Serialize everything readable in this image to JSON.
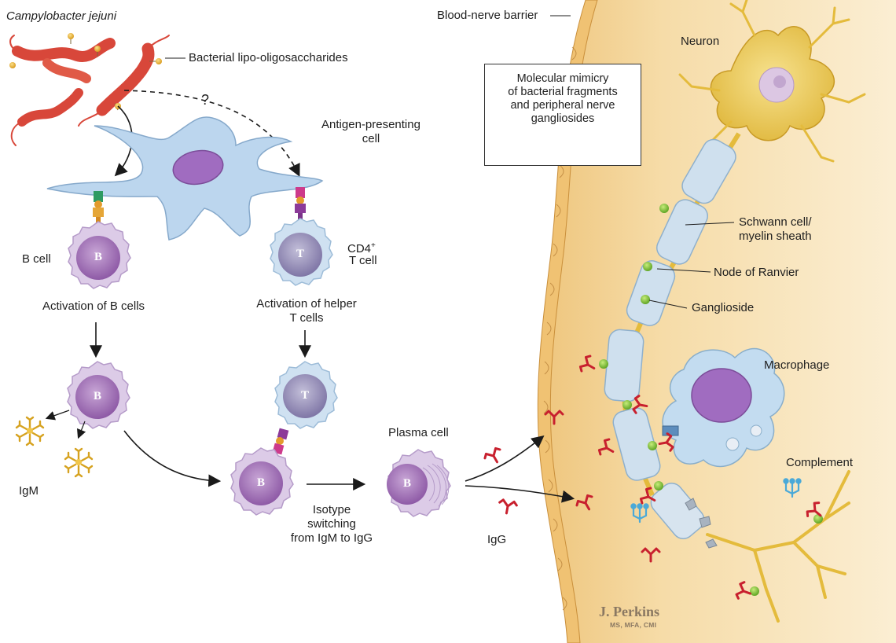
{
  "labels": {
    "bacterium": "Campylobacter jejuni",
    "lipo": "Bacterial lipo-oligosaccharides",
    "question": "?",
    "apc_line1": "Antigen-presenting",
    "apc_line2": "cell",
    "b_cell": "B cell",
    "cd4_line1": "CD4",
    "cd4_sup": "+",
    "cd4_line2": "T cell",
    "act_b": "Activation of B cells",
    "act_t_line1": "Activation of helper",
    "act_t_line2": "T cells",
    "igm": "IgM",
    "plasma": "Plasma cell",
    "isotype_line1": "Isotype",
    "isotype_line2": "switching",
    "isotype_line3": "from IgM to IgG",
    "igg": "IgG",
    "barrier": "Blood-nerve barrier",
    "neuron": "Neuron",
    "schwann_line1": "Schwann cell/",
    "schwann_line2": "myelin sheath",
    "node": "Node of Ranvier",
    "ganglioside": "Ganglioside",
    "macrophage": "Macrophage",
    "complement": "Complement"
  },
  "cell_letters": {
    "b": "B",
    "t": "T"
  },
  "legend": {
    "text": "Molecular mimicry\nof bacterial fragments\nand peripheral nerve\ngangliosides"
  },
  "signature": {
    "name": "J. Perkins",
    "credentials": "MS, MFA, CMI"
  },
  "colors": {
    "bacteria": "#d8473a",
    "b_cell": "#9c6bb0",
    "t_cell": "#8c84b0",
    "apc": "#bcd6ee",
    "antibody": "#c8202e",
    "igm": "#e7b52f",
    "tissue": "#f4d49a",
    "neuron": "#f2cf55",
    "myelin": "#cfe0ee",
    "ganglioside": "#8cc63e",
    "complement": "#4aa9d8",
    "macrophage_nucleus": "#a06cc0"
  }
}
